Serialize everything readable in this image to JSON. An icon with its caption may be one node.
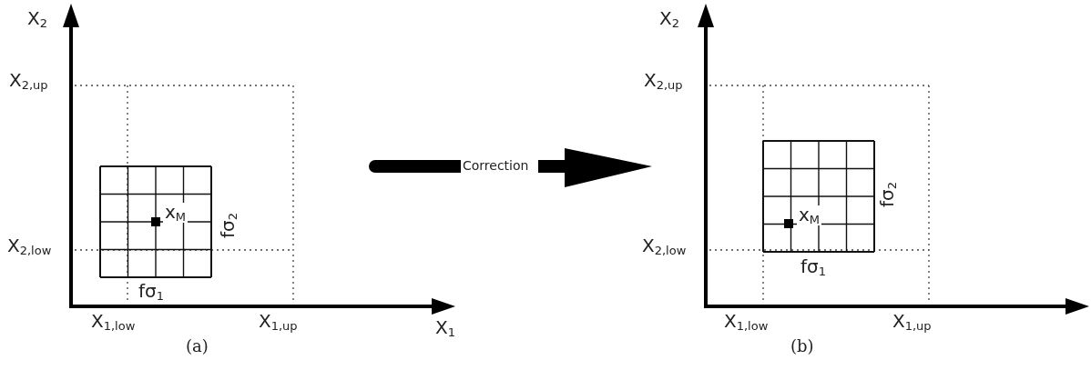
{
  "diagram": {
    "labels": [
      "X$_{2}$",
      "X$_{2,up}$",
      "x$_{M}$",
      "fσ$_{2}$",
      "X$_{2,low}$",
      "fσ$_{1}$",
      "X$_{1,low}$",
      "X$_{1,up}$",
      "X$_{1}$",
      "(a)",
      "Correction",
      "X$_{2}$",
      "X$_{2,up}$",
      "x$_{M}$",
      "fσ$_{2}$",
      "X$_{2,low}$",
      "fσ$_{1}$",
      "X$_{1,low}$",
      "X$_{1,up}$",
      "(b)"
    ]
  }
}
